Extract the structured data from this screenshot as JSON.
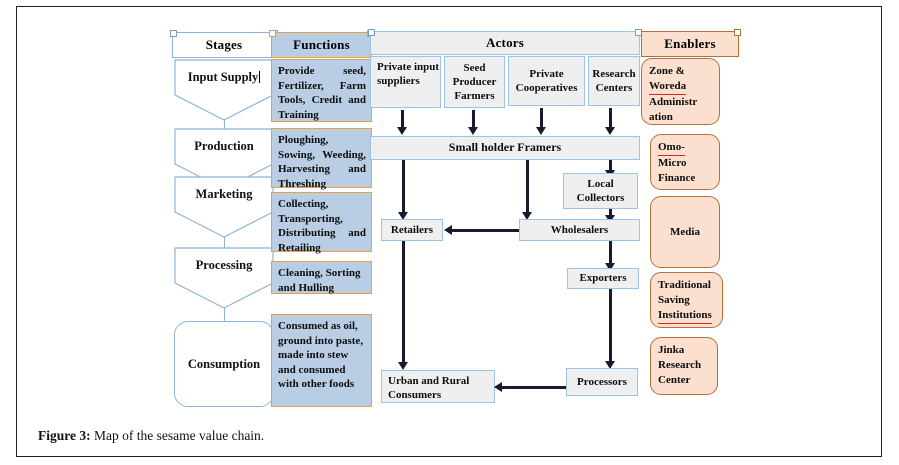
{
  "figure": {
    "caption_label": "Figure 3:",
    "caption_text": " Map of the sesame value chain."
  },
  "colors": {
    "functions_fill": "#b9cde5",
    "functions_border": "#e8a33d",
    "actors_fill": "#efefef",
    "actors_border": "#9ec3e3",
    "enablers_fill": "#fbe0cf",
    "enablers_border": "#b5713c",
    "stage_border": "#8eb4d8",
    "arrow": "#1a1a2e",
    "spellcheck_underline": "#d8291f",
    "frame_border": "#231f20"
  },
  "headers": {
    "stages": "Stages",
    "functions": "Functions",
    "actors": "Actors",
    "enablers": "Enablers"
  },
  "stages": [
    {
      "label": "Input Supply",
      "shape": "chevron"
    },
    {
      "label": "Production",
      "shape": "chevron"
    },
    {
      "label": "Marketing",
      "shape": "chevron"
    },
    {
      "label": "Processing",
      "shape": "chevron"
    },
    {
      "label": "Consumption",
      "shape": "rounded-rect"
    }
  ],
  "functions": [
    {
      "text": "Provide seed, Fertilizer, Farm Tools, Credit and Training"
    },
    {
      "text": "Ploughing, Sowing, Weeding, Harvesting and Threshing"
    },
    {
      "text": "Collecting, Transporting, Distributing and Retailing"
    },
    {
      "text": "Cleaning, Sorting and Hulling"
    },
    {
      "text": "Consumed as oil, ground into paste, made into stew and consumed with other foods"
    }
  ],
  "actors": {
    "top_row": [
      {
        "label": "Private input suppliers"
      },
      {
        "label": "Seed Producer Farmers"
      },
      {
        "label": "Private Cooperatives"
      },
      {
        "label": "Research Centers"
      }
    ],
    "nodes": {
      "smallholder": "Small holder Framers",
      "local_collectors": "Local Collectors",
      "retailers": "Retailers",
      "wholesalers": "Wholesalers",
      "exporters": "Exporters",
      "processors": "Processors",
      "consumers": "Urban and Rural Consumers"
    }
  },
  "enablers": [
    {
      "label_lines": [
        "Zone &",
        "Woreda",
        "Administr",
        "ation"
      ],
      "misspelled": "Woreda"
    },
    {
      "label_lines": [
        "Omo-",
        "Micro",
        "Finance"
      ],
      "misspelled": "Omo-"
    },
    {
      "label_lines": [
        "Media"
      ],
      "misspelled": ""
    },
    {
      "label_lines": [
        "Traditional",
        "Saving",
        "Institutions"
      ],
      "misspelled": "Institutions"
    },
    {
      "label_lines": [
        "Jinka",
        "Research",
        "Center"
      ],
      "misspelled": ""
    }
  ],
  "flows": [
    {
      "from": "Private input suppliers",
      "to": "Small holder Framers"
    },
    {
      "from": "Seed Producer Farmers",
      "to": "Small holder Framers"
    },
    {
      "from": "Private Cooperatives",
      "to": "Small holder Framers"
    },
    {
      "from": "Research Centers",
      "to": "Small holder Framers"
    },
    {
      "from": "Small holder Framers",
      "to": "Local Collectors"
    },
    {
      "from": "Small holder Framers",
      "to": "Wholesalers"
    },
    {
      "from": "Small holder Framers",
      "to": "Urban and Rural Consumers"
    },
    {
      "from": "Local Collectors",
      "to": "Wholesalers"
    },
    {
      "from": "Wholesalers",
      "to": "Retailers"
    },
    {
      "from": "Wholesalers",
      "to": "Exporters"
    },
    {
      "from": "Exporters",
      "to": "Processors"
    },
    {
      "from": "Processors",
      "to": "Urban and Rural Consumers"
    },
    {
      "from": "Retailers",
      "to": "Urban and Rural Consumers"
    }
  ]
}
